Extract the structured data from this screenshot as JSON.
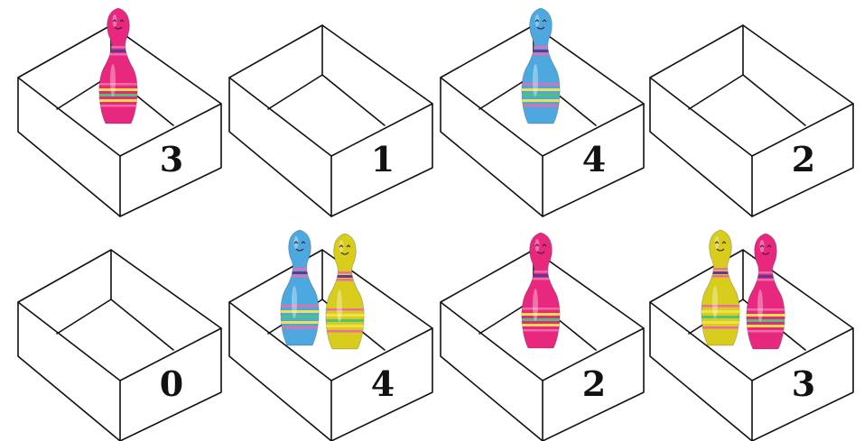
{
  "colors": {
    "pink": "#e8277f",
    "blue": "#4ea8e0",
    "yellow": "#d8cc1c",
    "stripe_pink": "#f06aa8",
    "stripe_purple": "#5b3a9a",
    "stripe_green": "#4fc27a",
    "stripe_yellow": "#f2e04a",
    "face": "#3a1a2a"
  },
  "boxes": [
    {
      "number": "3",
      "pins": [
        "pink"
      ]
    },
    {
      "number": "1",
      "pins": []
    },
    {
      "number": "4",
      "pins": [
        "blue"
      ]
    },
    {
      "number": "2",
      "pins": []
    },
    {
      "number": "0",
      "pins": []
    },
    {
      "number": "4",
      "pins": [
        "blue",
        "yellow"
      ]
    },
    {
      "number": "2",
      "pins": [
        "pink"
      ]
    },
    {
      "number": "3",
      "pins": [
        "yellow",
        "pink"
      ]
    }
  ]
}
